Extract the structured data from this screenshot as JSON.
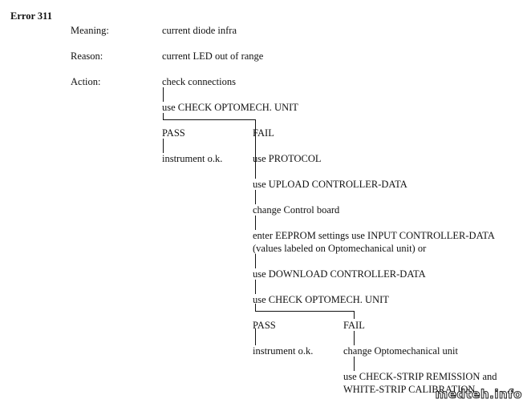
{
  "error_code": "Error 311",
  "labels": {
    "meaning": "Meaning:",
    "reason": "Reason:",
    "action": "Action:"
  },
  "meaning": "current diode infra",
  "reason": "current LED out of range",
  "steps": {
    "s1": "check connections",
    "s2": "use CHECK OPTOMECH. UNIT",
    "pass1": "PASS",
    "fail1": "FAIL",
    "ok1": "instrument o.k.",
    "s3": "use PROTOCOL",
    "s4": "use UPLOAD CONTROLLER-DATA",
    "s5": "change Control board",
    "s6a": "enter EEPROM settings use INPUT CONTROLLER-DATA",
    "s6b": "(values labeled on Optomechanical unit) or",
    "s7": "use DOWNLOAD CONTROLLER-DATA",
    "s8": "use CHECK OPTOMECH. UNIT",
    "pass2": "PASS",
    "fail2": "FAIL",
    "ok2": "instrument o.k.",
    "s9": "change Optomechanical unit",
    "s10a": "use CHECK-STRIP REMISSION and",
    "s10b": "WHITE-STRIP CALIBRATION"
  },
  "watermark": "medteh.info"
}
